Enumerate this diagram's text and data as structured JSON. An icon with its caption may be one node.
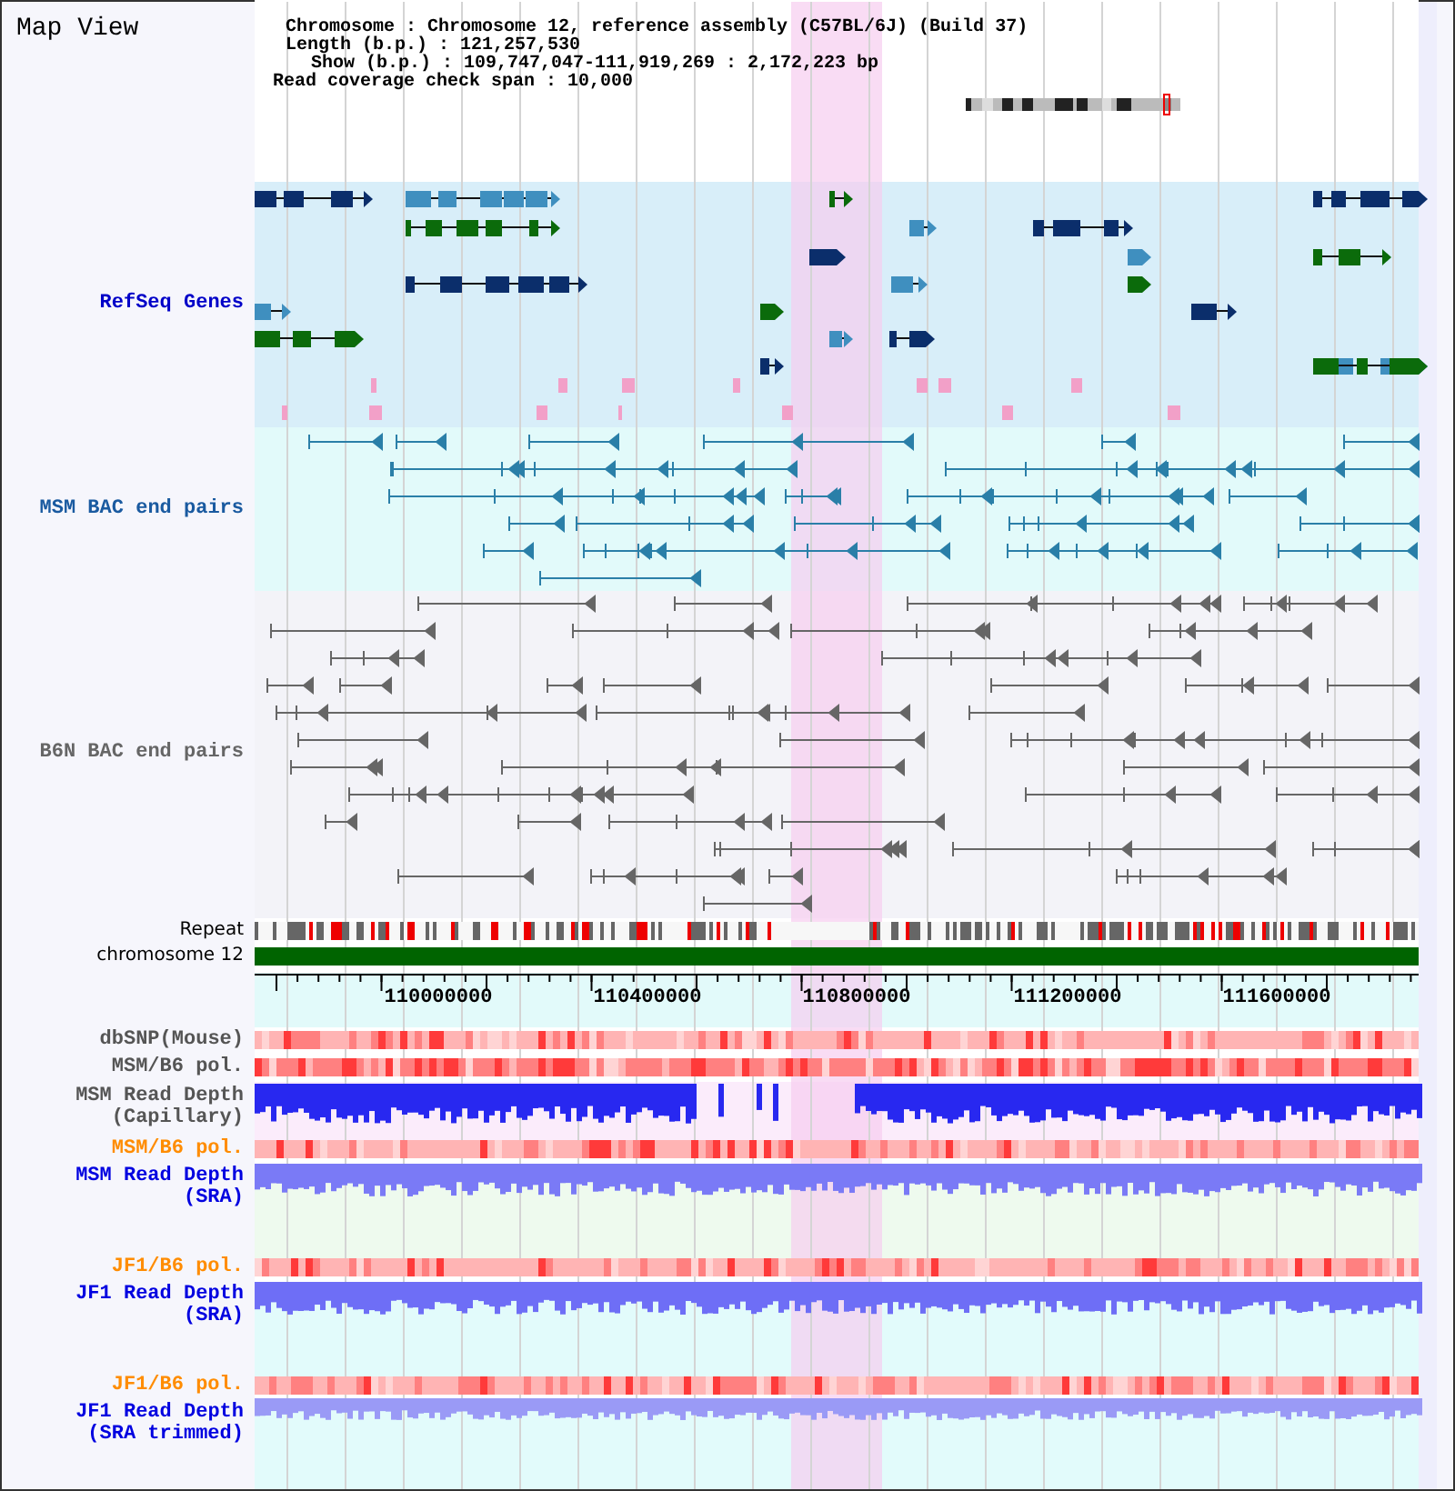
{
  "diagram": {
    "title": "Map View",
    "labels": [
      "Chromosome : Chromosome 12, reference assembly (C57BL/6J) (Build 37)",
      "Length (b.p.) : 121,257,530",
      "Show (b.p.) : 109,747,047-111,919,269 : 2,172,223 bp",
      "Read coverage check span : 10,000",
      "RefSeq Genes",
      "MSM BAC end pairs",
      "B6N BAC end pairs",
      "Repeat",
      "chromosome 12",
      "110000000",
      "110400000",
      "110800000",
      "111200000",
      "111600000",
      "dbSNP(Mouse)",
      "MSM/B6 pol.",
      "MSM Read Depth (Capillary)",
      "MSM/B6 pol.",
      "MSM Read Depth (SRA)",
      "JF1/B6 pol.",
      "JF1 Read Depth (SRA)",
      "JF1/B6 pol.",
      "JF1 Read Depth (SRA trimmed)"
    ]
  }
}
